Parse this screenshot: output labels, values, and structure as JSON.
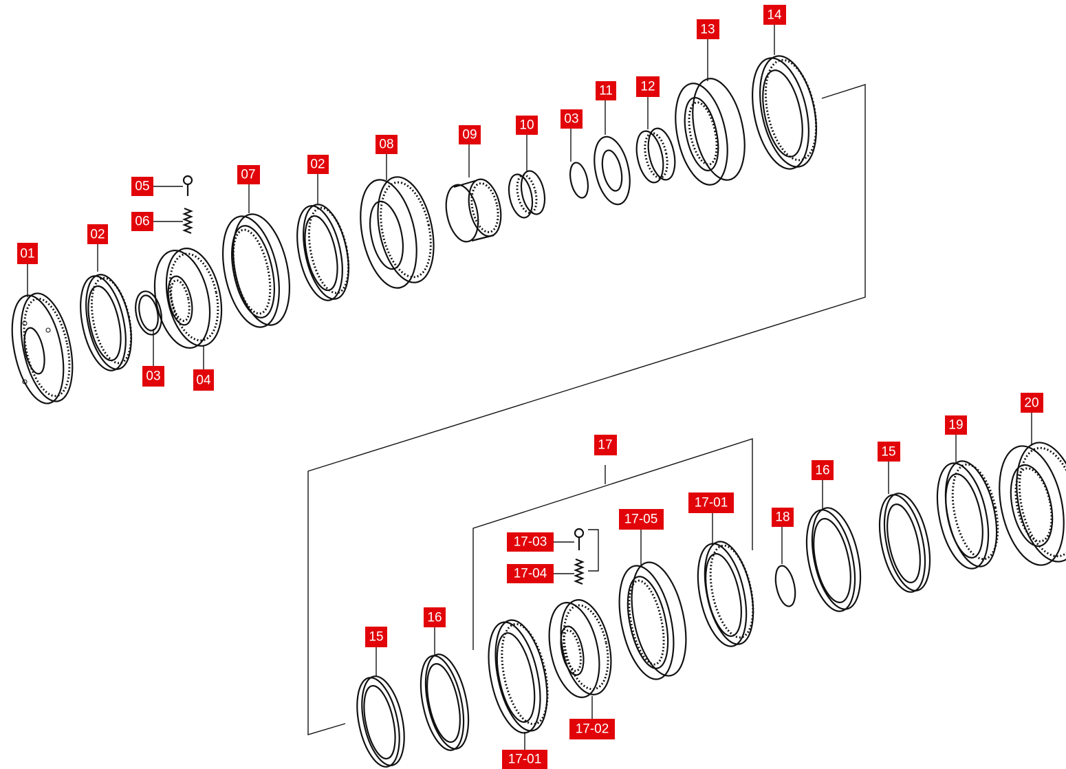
{
  "callouts": {
    "c01": "01",
    "c02a": "02",
    "c03a": "03",
    "c04": "04",
    "c05": "05",
    "c06": "06",
    "c07": "07",
    "c02b": "02",
    "c08": "08",
    "c09": "09",
    "c10": "10",
    "c03b": "03",
    "c11": "11",
    "c12": "12",
    "c13": "13",
    "c14": "14",
    "c17": "17",
    "c17_03": "17-03",
    "c17_04": "17-04",
    "c17_05": "17-05",
    "c17_01a": "17-01",
    "c18": "18",
    "c16a": "16",
    "c15a": "15",
    "c19": "19",
    "c20": "20",
    "c15b": "15",
    "c16b": "16",
    "c17_01b": "17-01",
    "c17_02": "17-02"
  },
  "colors": {
    "callout_bg": "#e1050a",
    "callout_text": "#ffffff",
    "linework": "#111111"
  }
}
